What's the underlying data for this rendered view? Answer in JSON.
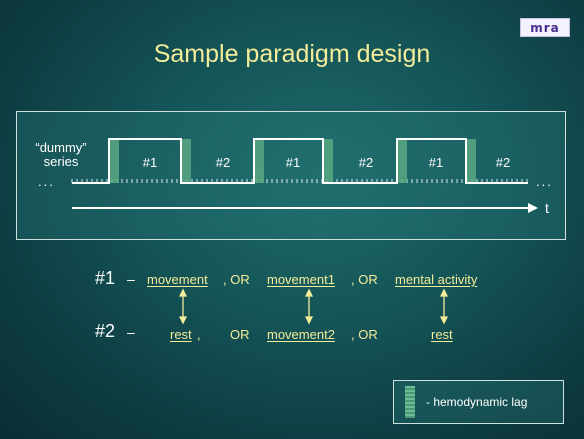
{
  "header": {
    "logo_text": "mra",
    "title": "Sample paradigm design"
  },
  "timeline": {
    "dummy_label_line1": "“dummy”",
    "dummy_label_line2": "series",
    "leading_dots": "...",
    "trailing_dots": "...",
    "axis_label": "t",
    "blocks": [
      "#1",
      "#2",
      "#1",
      "#2",
      "#1",
      "#2"
    ]
  },
  "conditions": {
    "row1": {
      "label": "#1",
      "dash": "–",
      "item1": "movement",
      "sep1": ", OR",
      "item2": "movement1",
      "sep2": ", OR",
      "item3": "mental activity"
    },
    "row2": {
      "label": "#2",
      "dash": "–",
      "item1": "rest",
      "comma1": ",",
      "sep1": "OR",
      "item2": "movement2",
      "sep2": ", OR",
      "item3": "rest"
    }
  },
  "legend": {
    "text": "- hemodynamic lag"
  },
  "colors": {
    "title": "#f3ec9a",
    "lag": "#5aa882"
  }
}
